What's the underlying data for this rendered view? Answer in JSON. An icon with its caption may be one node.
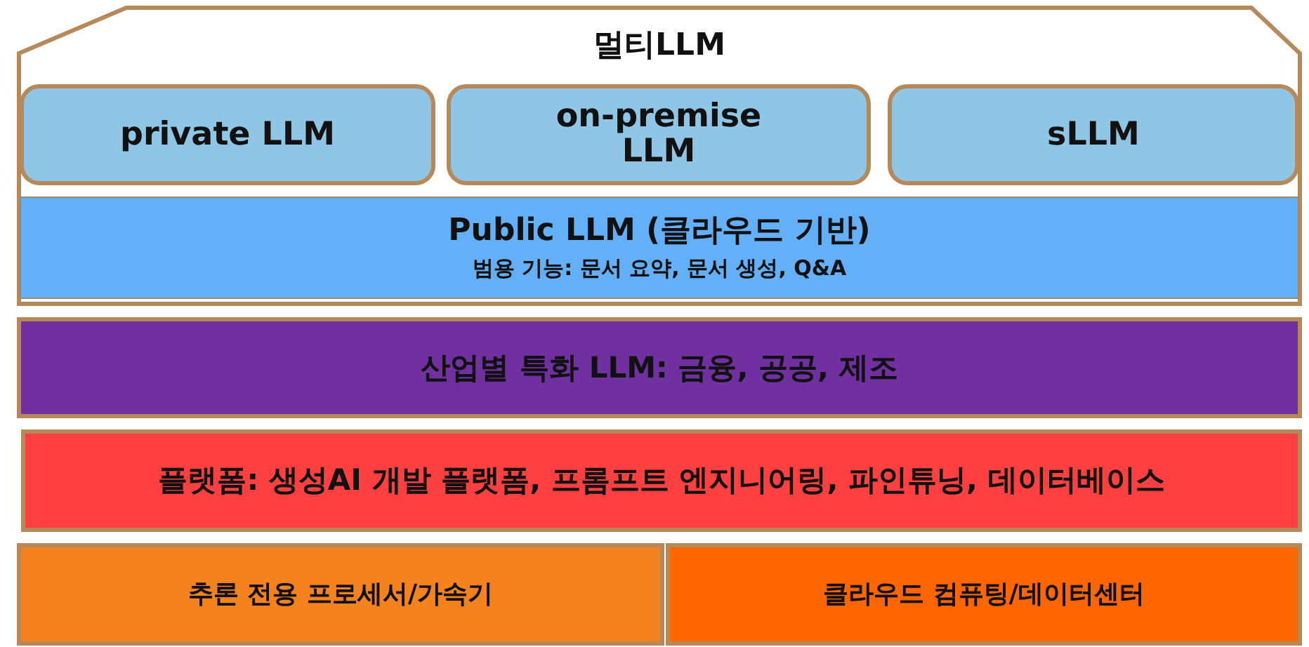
{
  "diagram": {
    "nodes": [
      {
        "text": [
          "멀티LLM"
        ]
      },
      {
        "text": [
          "private LLM"
        ],
        "in": 0
      },
      {
        "text": [
          "on-premise LLM"
        ],
        "in": 0
      },
      {
        "text": [
          "sLLM"
        ],
        "in": 0
      },
      {
        "text": [
          "Public LLM (클라우드 기반)",
          "범용 기능: 문서 요약, 문서 생성, Q&A"
        ],
        "in": 0
      },
      {
        "text": [
          "산업별 특화 LLM: 금융, 공공, 제조"
        ]
      },
      {
        "text": [
          "플랫폼: 생성AI 개발 플랫폼, 프롬프트 엔지니어링, 파인튜닝, 데이터베이스"
        ]
      },
      {
        "text": [
          "추론 전용 프로세서/가속기"
        ]
      },
      {
        "text": [
          "클라우드 컴퓨팅/데이터센터"
        ]
      }
    ]
  }
}
